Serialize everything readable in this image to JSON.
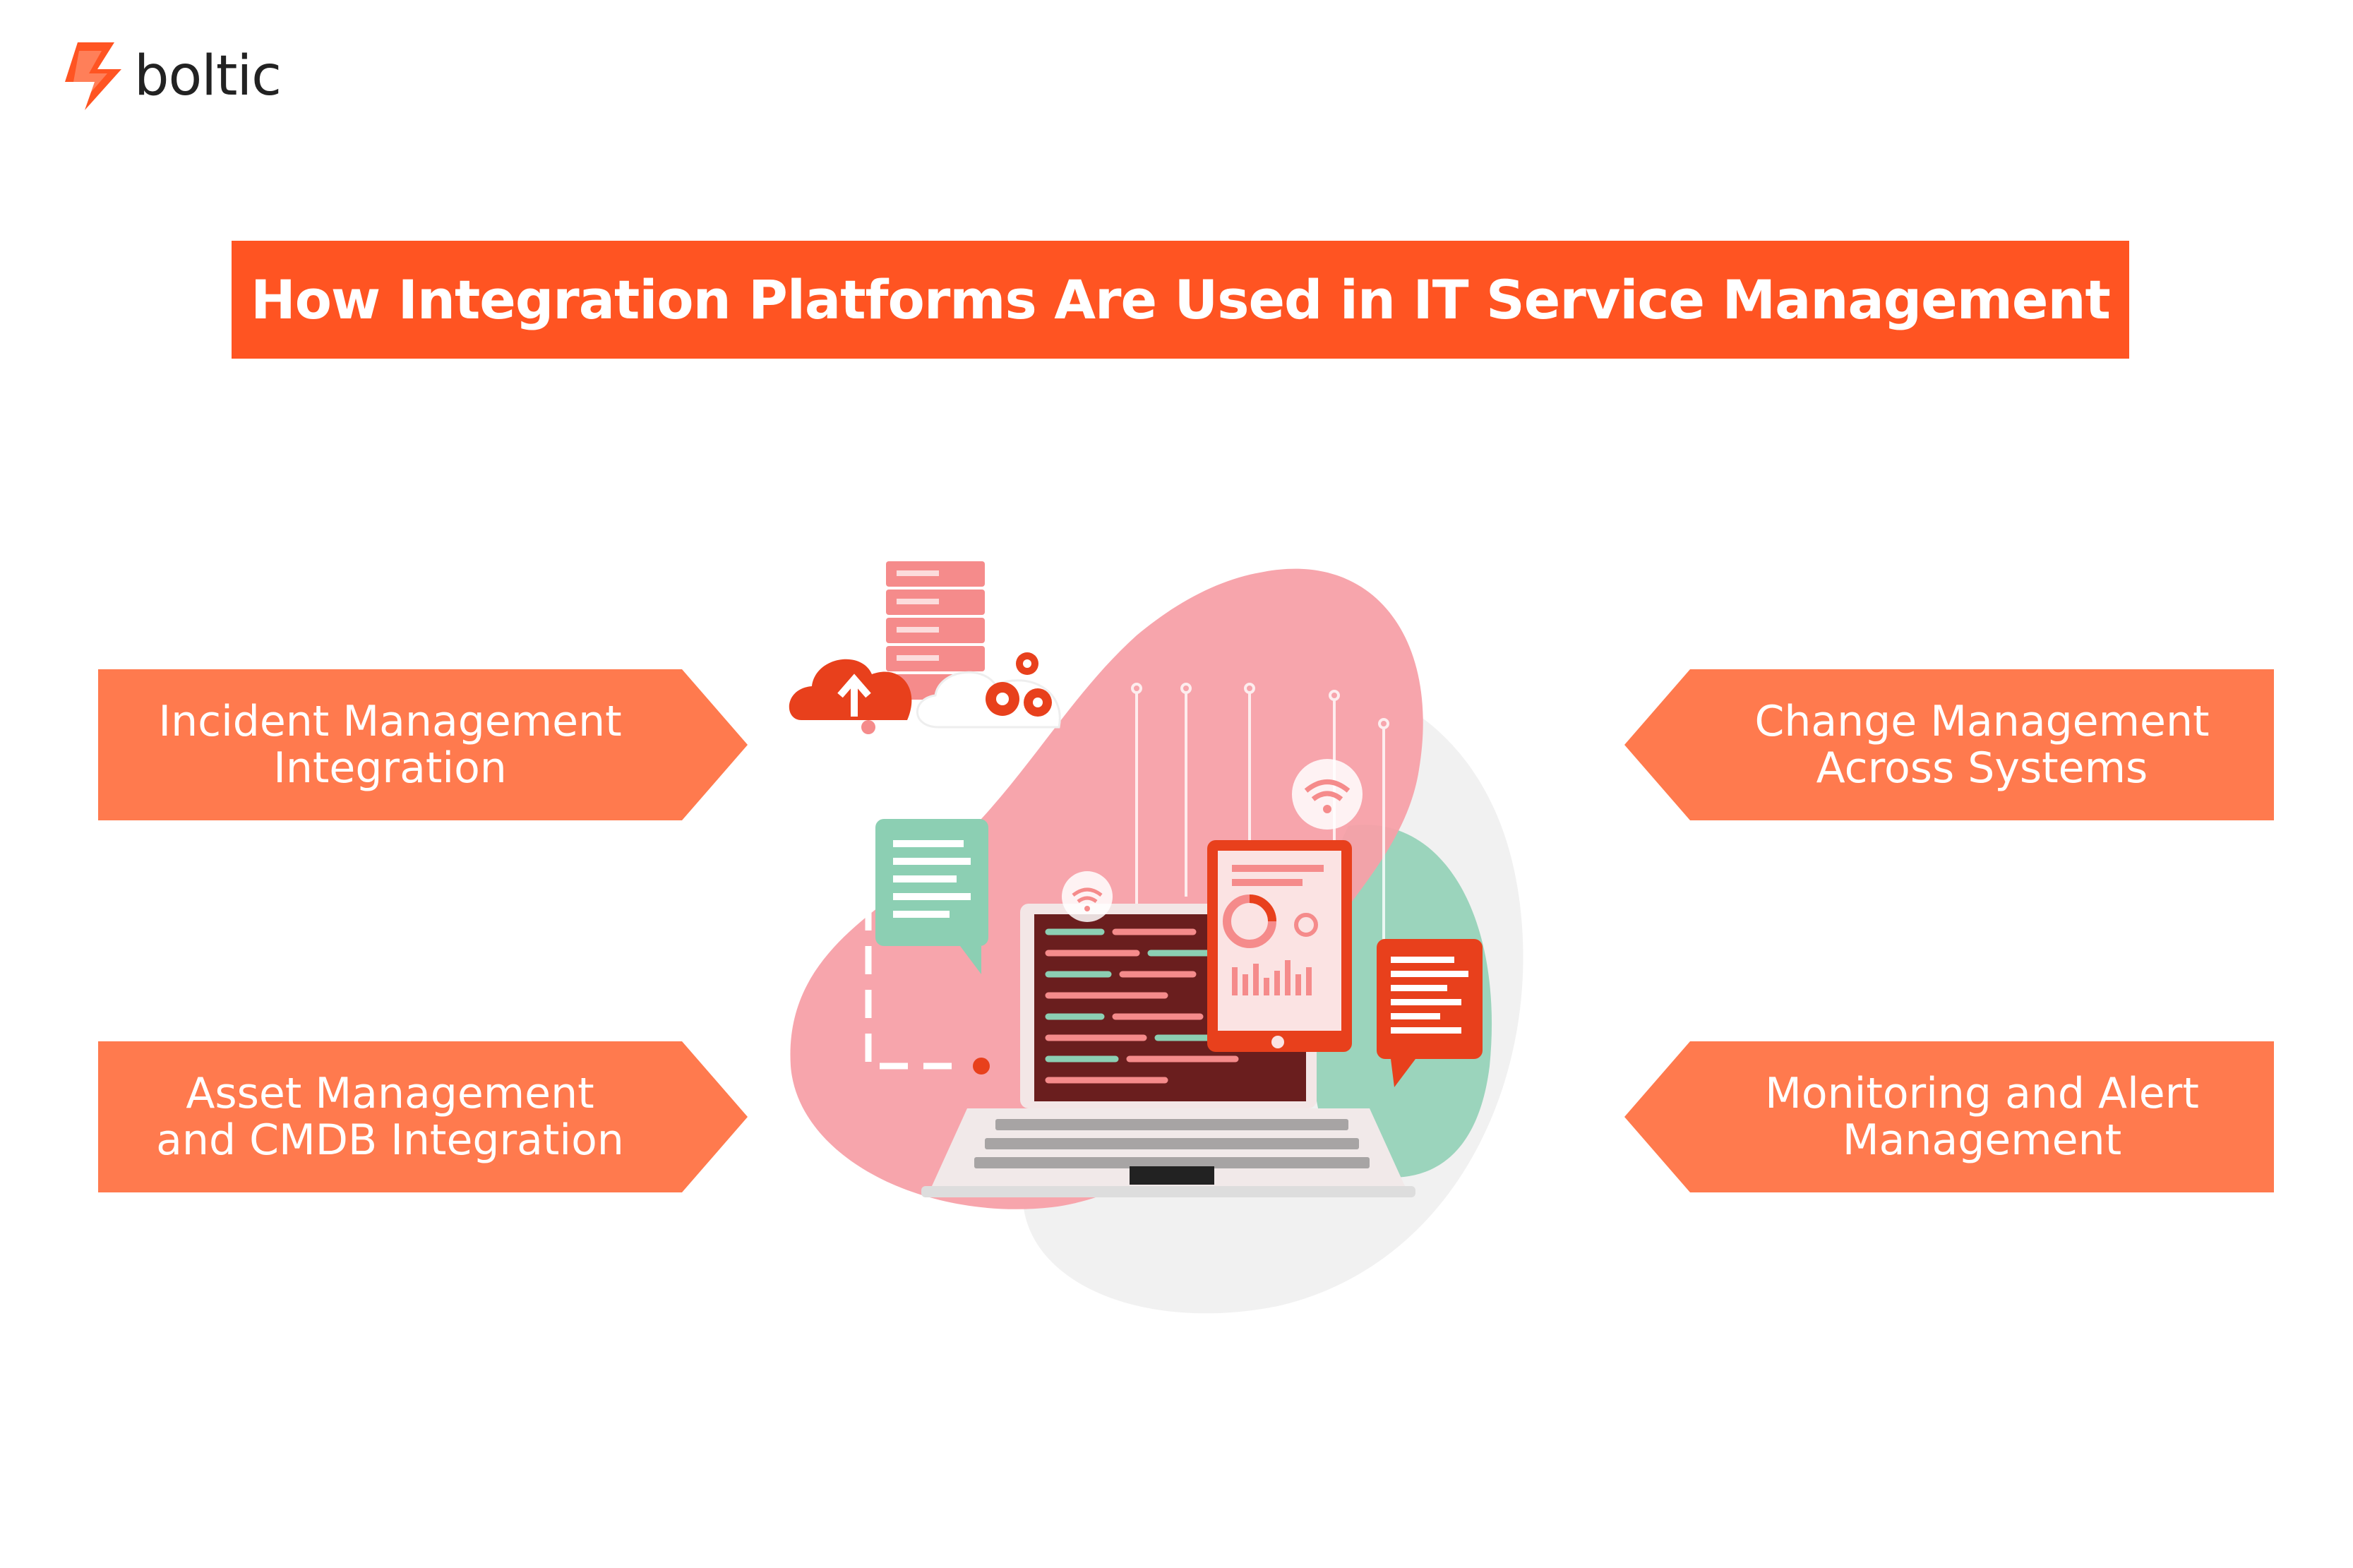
{
  "brand": {
    "name": "boltic",
    "logo_icon": "lightning-bolt-icon",
    "accent": "#ff5422"
  },
  "title": "How Integration Platforms Are Used in IT Service Management",
  "cards": [
    {
      "line1": "Incident Management",
      "line2": "Integration"
    },
    {
      "line1": "Asset Management",
      "line2": "and CMDB Integration"
    },
    {
      "line1": "Change Management",
      "line2": "Across Systems"
    },
    {
      "line1": "Monitoring and Alert",
      "line2": "Management"
    }
  ],
  "colors": {
    "card": "#ff7a4e",
    "title_bar": "#ff5422",
    "blob_pink": "#f7a0a8",
    "blob_teal": "#8ccfb3"
  },
  "illustration_icons": [
    "laptop-icon",
    "server-stack-icon",
    "cloud-upload-icon",
    "gears-icon",
    "wifi-icon",
    "tablet-chart-icon",
    "chat-bubble-icon"
  ]
}
